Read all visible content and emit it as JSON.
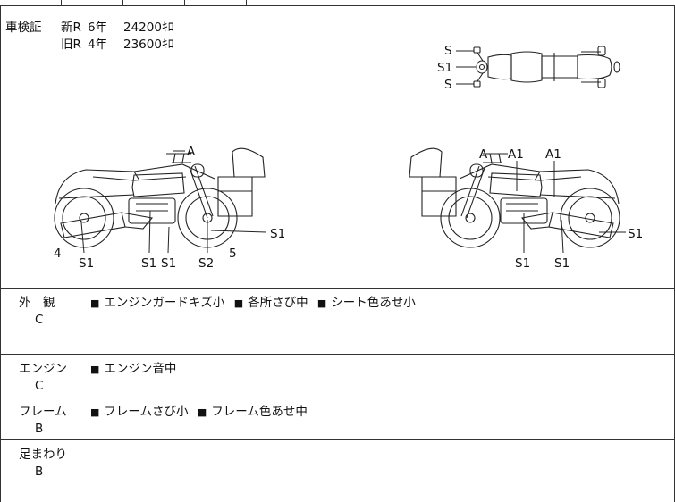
{
  "inspection": {
    "label": "車検証",
    "rows": [
      {
        "era": "新R",
        "years": "6年",
        "km": "24200ｷﾛ"
      },
      {
        "era": "旧R",
        "years": "4年",
        "km": "23600ｷﾛ"
      }
    ]
  },
  "top_view_labels": [
    "S",
    "S1",
    "S"
  ],
  "left_view_labels": {
    "a": "A",
    "bottom": [
      "S1",
      "S1",
      "S1",
      "S2"
    ],
    "numbers": [
      "4",
      "5"
    ],
    "right": "S1"
  },
  "right_view_labels": {
    "a": "A",
    "upper": [
      "A1",
      "A1"
    ],
    "right": "S1",
    "bottom": [
      "S1",
      "S1"
    ]
  },
  "sections": [
    {
      "category": "外　観",
      "grade": "C",
      "bullet": "■",
      "notes": [
        "エンジンガードキズ小",
        "各所さび中",
        "シート色あせ小"
      ]
    },
    {
      "category": "エンジン",
      "grade": "C",
      "bullet": "■",
      "notes": [
        "エンジン音中"
      ]
    },
    {
      "category": "フレーム",
      "grade": "B",
      "bullet": "■",
      "notes": [
        "フレームさび小",
        "フレーム色あせ中"
      ]
    },
    {
      "category": "足まわり",
      "grade": "B",
      "bullet": "",
      "notes": []
    }
  ]
}
